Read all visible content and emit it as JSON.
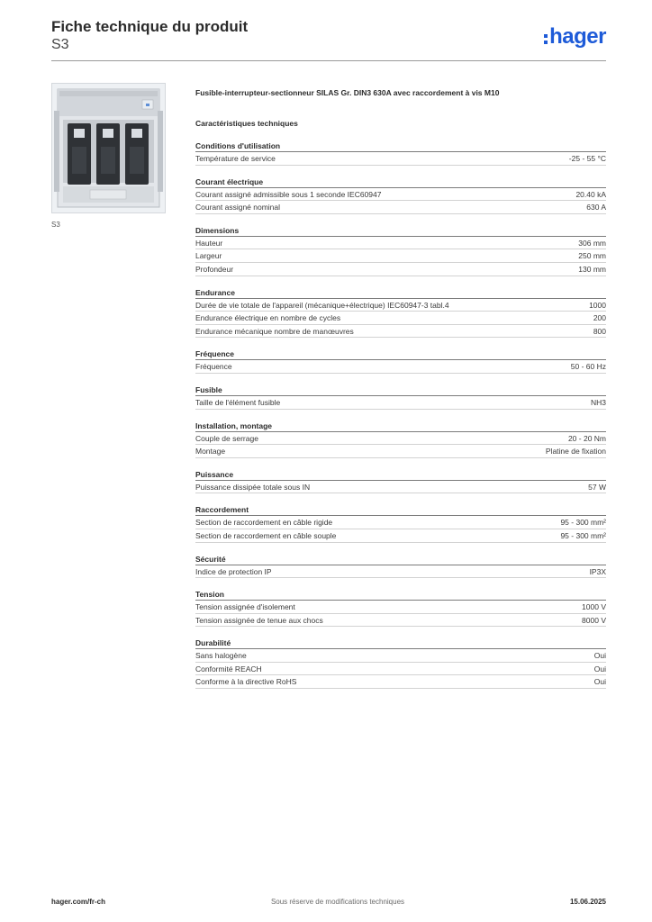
{
  "header": {
    "title": "Fiche technique du produit",
    "subtitle": "S3",
    "logo_text": "hager"
  },
  "photo": {
    "caption": "S3"
  },
  "product": {
    "description": "Fusible-interrupteur-sectionneur SILAS Gr. DIN3 630A avec raccordement à vis M10",
    "tech_title": "Caractéristiques techniques"
  },
  "sections": [
    {
      "title": "Conditions d'utilisation",
      "rows": [
        {
          "label": "Température de service",
          "value": "-25 - 55 °C"
        }
      ]
    },
    {
      "title": "Courant électrique",
      "rows": [
        {
          "label": "Courant assigné admissible sous 1 seconde IEC60947",
          "value": "20.40 kA"
        },
        {
          "label": "Courant assigné nominal",
          "value": "630 A"
        }
      ]
    },
    {
      "title": "Dimensions",
      "rows": [
        {
          "label": "Hauteur",
          "value": "306 mm"
        },
        {
          "label": "Largeur",
          "value": "250 mm"
        },
        {
          "label": "Profondeur",
          "value": "130 mm"
        }
      ]
    },
    {
      "title": "Endurance",
      "rows": [
        {
          "label": "Durée de vie totale de l'appareil (mécanique+électrique) IEC60947-3 tabl.4",
          "value": "1000"
        },
        {
          "label": "Endurance électrique en nombre de cycles",
          "value": "200"
        },
        {
          "label": "Endurance mécanique nombre de manœuvres",
          "value": "800"
        }
      ]
    },
    {
      "title": "Fréquence",
      "rows": [
        {
          "label": "Fréquence",
          "value": "50 - 60 Hz"
        }
      ]
    },
    {
      "title": "Fusible",
      "rows": [
        {
          "label": "Taille de l'élément fusible",
          "value": "NH3"
        }
      ]
    },
    {
      "title": "Installation, montage",
      "rows": [
        {
          "label": "Couple de serrage",
          "value": "20 - 20 Nm"
        },
        {
          "label": "Montage",
          "value": "Platine de fixation"
        }
      ]
    },
    {
      "title": "Puissance",
      "rows": [
        {
          "label": "Puissance dissipée totale sous IN",
          "value": "57 W"
        }
      ]
    },
    {
      "title": "Raccordement",
      "rows": [
        {
          "label": "Section de raccordement en câble rigide",
          "value": "95 - 300 mm²"
        },
        {
          "label": "Section de raccordement en câble souple",
          "value": "95 - 300 mm²"
        }
      ]
    },
    {
      "title": "Sécurité",
      "rows": [
        {
          "label": "Indice de protection IP",
          "value": "IP3X"
        }
      ]
    },
    {
      "title": "Tension",
      "rows": [
        {
          "label": "Tension assignée d'isolement",
          "value": "1000 V"
        },
        {
          "label": "Tension assignée de tenue aux chocs",
          "value": "8000 V"
        }
      ]
    },
    {
      "title": "Durabilité",
      "rows": [
        {
          "label": "Sans halogène",
          "value": "Oui"
        },
        {
          "label": "Conformité REACH",
          "value": "Oui"
        },
        {
          "label": "Conforme à la directive RoHS",
          "value": "Oui"
        }
      ]
    }
  ],
  "footer": {
    "website": "hager.com/fr-ch",
    "notice": "Sous réserve de modifications techniques",
    "date": "15.06.2025"
  },
  "colors": {
    "brand": "#1e5bd8",
    "rule": "#7a7a7a"
  }
}
